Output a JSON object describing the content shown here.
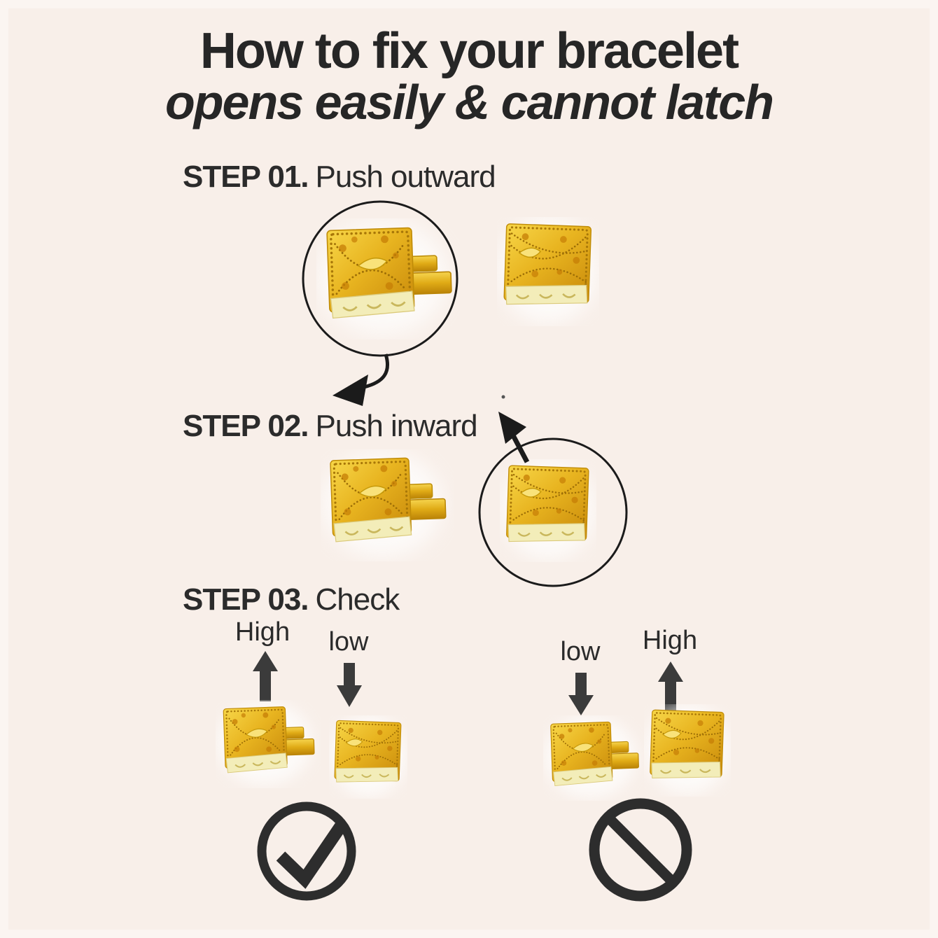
{
  "title": {
    "line1": "How to fix your bracelet",
    "line2": "opens easily & cannot latch"
  },
  "steps": [
    {
      "label": "STEP 01.",
      "text": "Push outward"
    },
    {
      "label": "STEP 02.",
      "text": "Push inward"
    },
    {
      "label": "STEP 03.",
      "text": "Check"
    }
  ],
  "check_left": {
    "male_label": "High",
    "female_label": "low",
    "result": "correct",
    "result_icon": "check-circle"
  },
  "check_right": {
    "male_label": "low",
    "female_label": "High",
    "result": "incorrect",
    "result_icon": "prohibition-circle"
  },
  "icons": {
    "step1_highlight": "circle-highlight",
    "step1_arrow": "curved-arrow-down-left",
    "step2_highlight": "circle-highlight",
    "step2_arrow": "arrow-up-left",
    "up_arrow": "block-arrow-up",
    "down_arrow": "block-arrow-down",
    "correct_result": "check-circle",
    "incorrect_result": "prohibition-circle"
  },
  "colors": {
    "background": "#f8efe9",
    "heading_text": "#262626",
    "body_text": "#2b2b2b",
    "thin_line_black": "#1b1b1b",
    "block_arrow_dark": "#3b3b3b",
    "result_mark": "#2d2d2d",
    "gold": "#e8b420",
    "gold_dark": "#c8890a",
    "gold_pale_band": "#f3edb9"
  }
}
